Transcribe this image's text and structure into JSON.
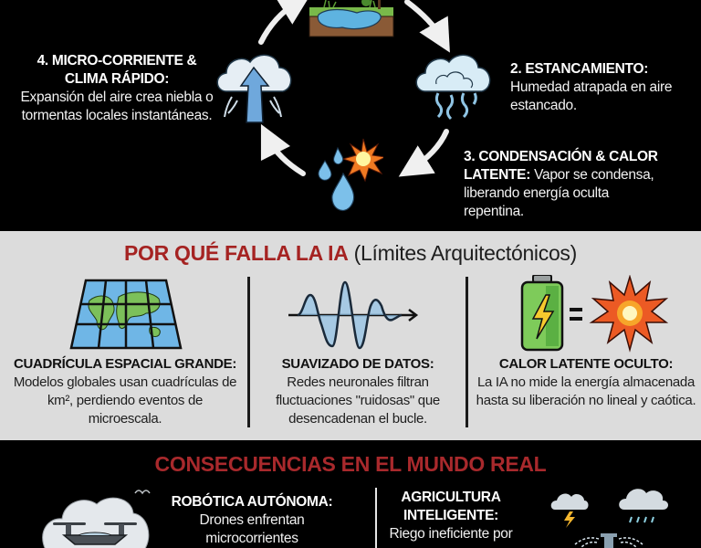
{
  "cycle": {
    "step1": {
      "icon": "pond-icon"
    },
    "step2": {
      "title": "2. ESTANCAMIENTO:",
      "body": "Humedad atrapada en aire estancado.",
      "icon": "humid-cloud-icon"
    },
    "step3": {
      "title": "3. CONDENSACIÓN & CALOR LATENTE:",
      "body": "Vapor se condensa, liberando energía oculta repentina.",
      "icon": "droplets-burst-icon"
    },
    "step4": {
      "title": "4. MICRO-CORRIENTE & CLIMA RÁPIDO:",
      "body": "Expansión del aire crea niebla o tormentas locales instantáneas.",
      "icon": "updraft-cloud-icon"
    }
  },
  "why": {
    "title_emphasis": "POR QUÉ FALLA LA IA",
    "title_sub": "(Límites Arquitectónicos)",
    "columns": [
      {
        "title": "CUADRÍCULA ESPACIAL GRANDE:",
        "body": "Modelos globales usan cuadrículas de km², perdiendo eventos de microescala.",
        "icon": "gridded-world-map-icon"
      },
      {
        "title": "SUAVIZADO DE DATOS:",
        "body": "Redes neuronales filtran fluctuaciones \"ruidosas\" que desencadenan el bucle.",
        "icon": "damped-wave-icon"
      },
      {
        "title": "CALOR LATENTE OCULTO:",
        "body": "La IA no mide la energía almacenada hasta su liberación no lineal y caótica.",
        "icon": "battery-equals-explosion-icon"
      }
    ]
  },
  "consequences": {
    "title": "CONSECUENCIAS EN EL MUNDO REAL",
    "items": [
      {
        "title": "ROBÓTICA AUTÓNOMA:",
        "body": "Drones enfrentan microcorrientes",
        "icon": "drone-in-cloud-icon"
      },
      {
        "title": "AGRICULTURA INTELIGENTE:",
        "body": "Riego ineficiente por",
        "icon": "sprinkler-weather-icon"
      }
    ]
  },
  "colors": {
    "accent_red": "#a52322",
    "band_gray": "#dcdcdc",
    "background": "#000000"
  }
}
